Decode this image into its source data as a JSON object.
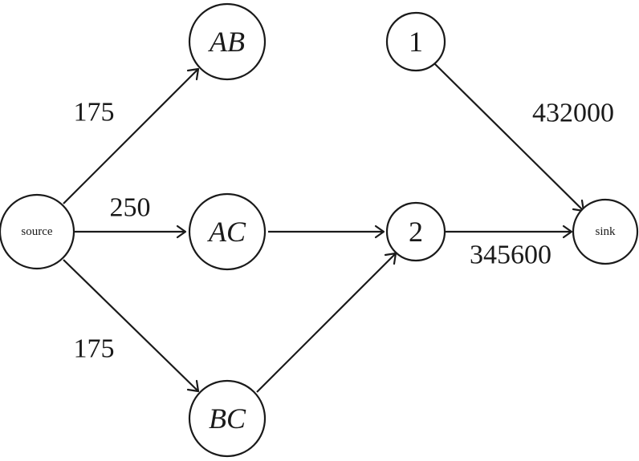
{
  "nodes": {
    "source": "source",
    "ab": "AB",
    "ac": "AC",
    "bc": "BC",
    "n1": "1",
    "n2": "2",
    "sink": "sink"
  },
  "edges": {
    "source_ab": "175",
    "source_ac": "250",
    "source_bc": "175",
    "n1_sink": "432000",
    "n2_sink": "345600"
  },
  "colors": {
    "stroke": "#1a1a1a",
    "background": "#ffffff"
  }
}
